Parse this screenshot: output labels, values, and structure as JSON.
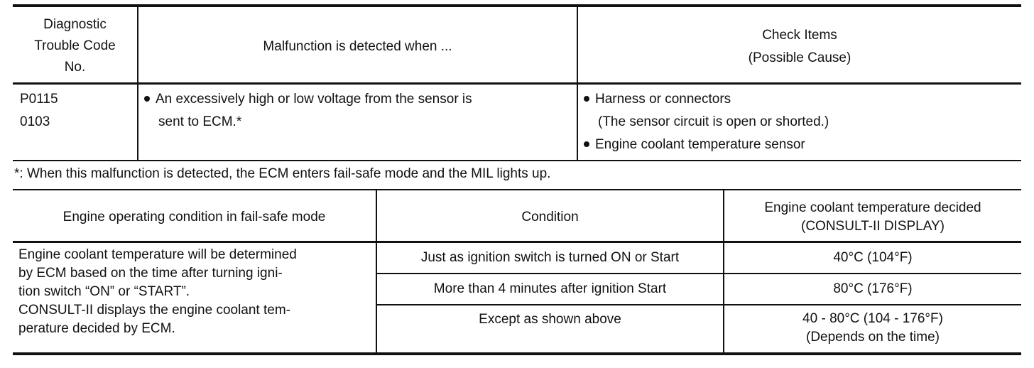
{
  "dtc_table": {
    "headers": {
      "code_line1": "Diagnostic",
      "code_line2": "Trouble Code",
      "code_line3": "No.",
      "malfunction": "Malfunction is detected when ...",
      "check_line1": "Check Items",
      "check_line2": "(Possible Cause)"
    },
    "row": {
      "code1": "P0115",
      "code2": "0103",
      "malfunction_line1": "An excessively high or low voltage from the sensor is",
      "malfunction_line2": "sent to ECM.*",
      "check_item1": "Harness or connectors",
      "check_item1_note": "(The sensor circuit is open or shorted.)",
      "check_item2": "Engine coolant temperature sensor"
    }
  },
  "footnote": "*: When this malfunction is detected, the ECM enters fail-safe mode and the MIL lights up.",
  "failsafe_table": {
    "headers": {
      "operating": "Engine operating condition in fail-safe mode",
      "condition": "Condition",
      "decided_line1": "Engine coolant temperature decided",
      "decided_line2": "(CONSULT-II DISPLAY)"
    },
    "description_lines": [
      "Engine coolant temperature will be determined",
      "by ECM based on the time after turning igni-",
      "tion switch “ON” or “START”.",
      "CONSULT-II displays the engine coolant tem-",
      "perature decided by ECM."
    ],
    "rows": [
      {
        "condition": "Just as ignition switch is turned ON or Start",
        "temp": "40°C (104°F)"
      },
      {
        "condition": "More than 4 minutes after ignition Start",
        "temp": "80°C (176°F)"
      },
      {
        "condition": "Except as shown above",
        "temp": "40 - 80°C (104 - 176°F)",
        "temp_note": "(Depends on the time)"
      }
    ]
  }
}
